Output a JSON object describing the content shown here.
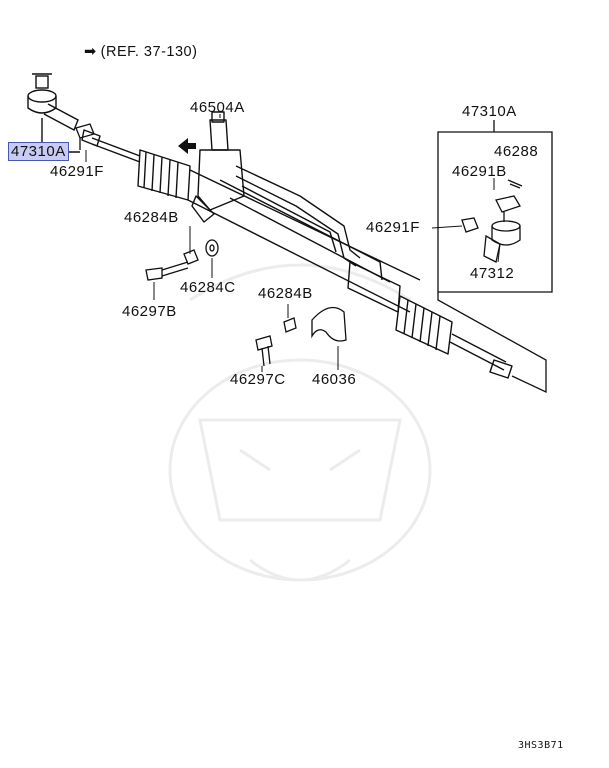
{
  "reference": {
    "arrow": "➡",
    "text": "(REF. 37-130)"
  },
  "labels": {
    "p47310A_left": "47310A",
    "p46291F_left": "46291F",
    "p46504A": "46504A",
    "p47310A_right": "47310A",
    "p46288": "46288",
    "p46291B": "46291B",
    "p46291F_right": "46291F",
    "p47312": "47312",
    "p46284B_upper": "46284B",
    "p46284C": "46284C",
    "p46297B": "46297B",
    "p46284B_lower": "46284B",
    "p46297C": "46297C",
    "p46036": "46036"
  },
  "diagram_code": "3HS3B71",
  "colors": {
    "highlight_fill": "#c8ccf2",
    "highlight_border": "#4a55b8",
    "line": "#111111",
    "watermark": "#ececec"
  }
}
